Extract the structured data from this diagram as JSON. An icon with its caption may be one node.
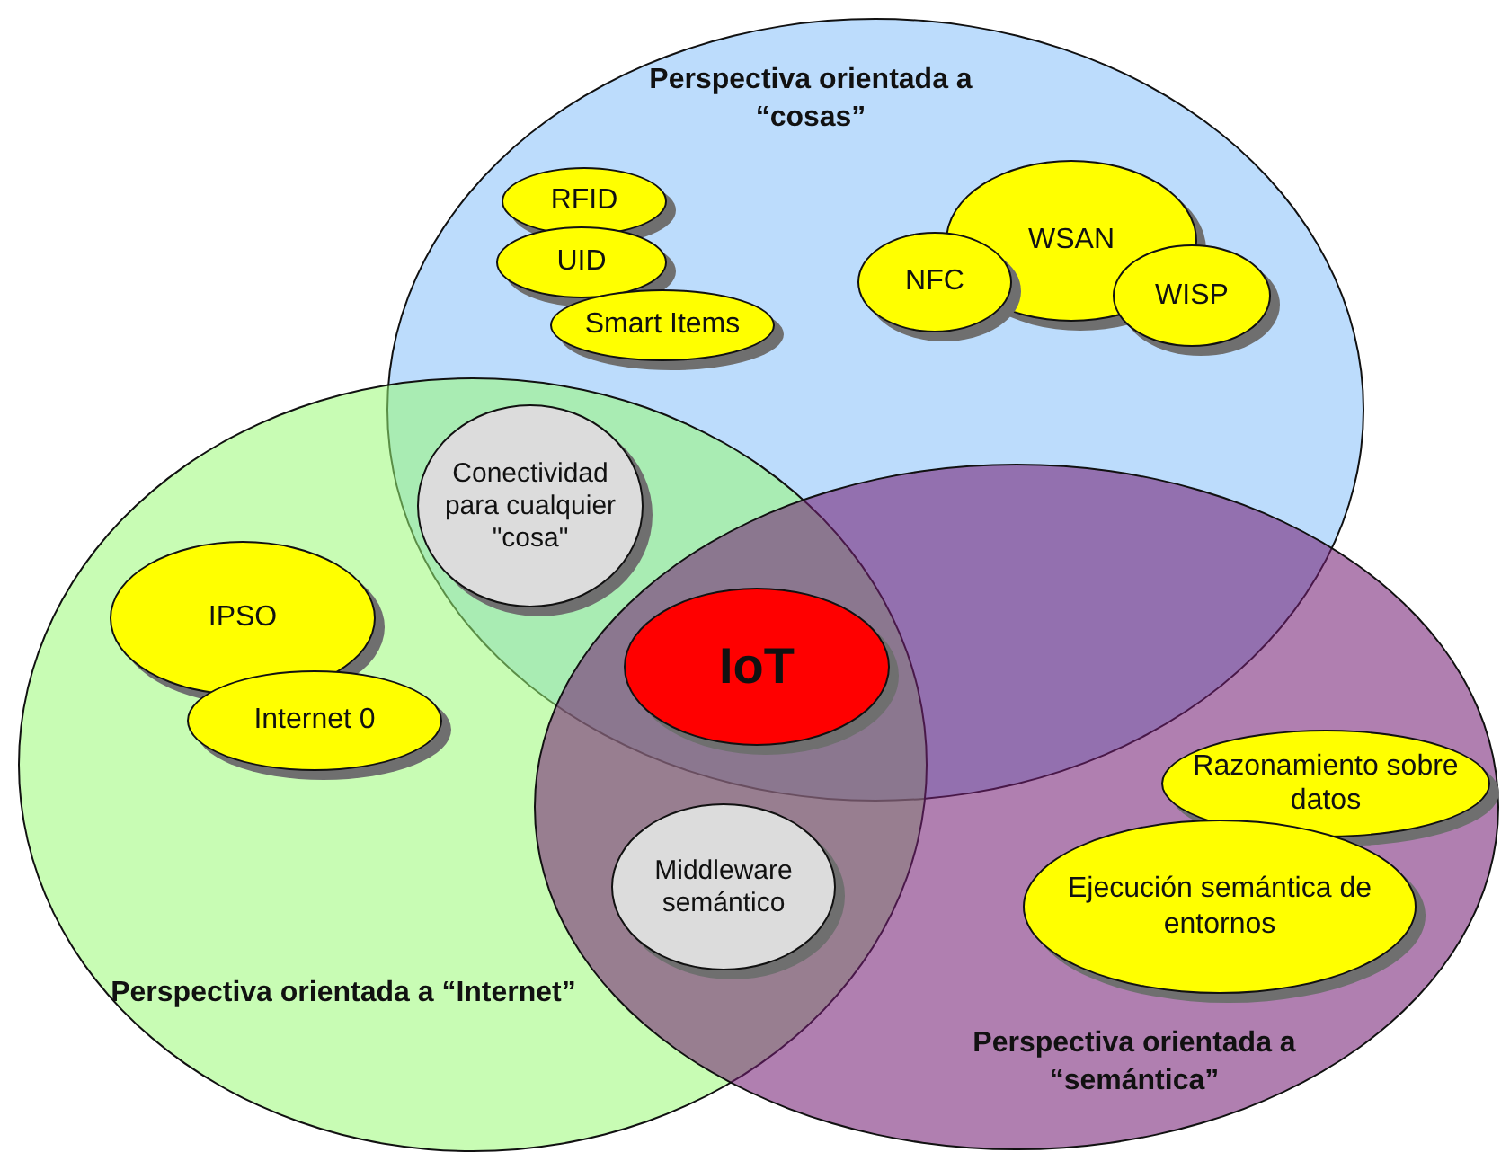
{
  "diagram": {
    "nodes": [
      {
        "text": [
          "Perspectiva orientada a “cosas”"
        ]
      },
      {
        "text": [
          "RFID"
        ],
        "in": 0
      },
      {
        "text": [
          "UID"
        ],
        "in": 0
      },
      {
        "text": [
          "Smart Items"
        ],
        "in": 0
      },
      {
        "text": [
          "WSAN"
        ],
        "in": 0
      },
      {
        "text": [
          "NFC"
        ],
        "in": 0
      },
      {
        "text": [
          "WISP"
        ],
        "in": 0
      },
      {
        "text": [
          "Perspectiva orientada a “Internet”"
        ]
      },
      {
        "text": [
          "IPSO"
        ],
        "in": 7
      },
      {
        "text": [
          "Internet 0"
        ],
        "in": 7
      },
      {
        "text": [
          "Conectividad para cualquier \"cosa\""
        ]
      },
      {
        "text": [
          "Perspectiva orientada a “semántica”"
        ]
      },
      {
        "text": [
          "IoT"
        ]
      },
      {
        "text": [
          "Middleware semántico"
        ]
      },
      {
        "text": [
          "Razonamiento sobre datos"
        ],
        "in": 11
      },
      {
        "text": [
          "Ejecución semántica de entornos"
        ],
        "in": 11
      }
    ]
  }
}
